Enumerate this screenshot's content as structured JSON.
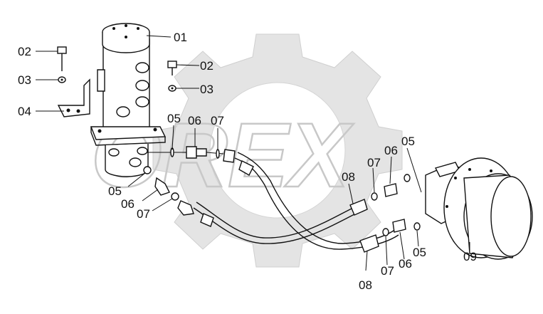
{
  "watermark_text": "OREX",
  "labels": {
    "p01": "01",
    "p02a": "02",
    "p02b": "02",
    "p03a": "03",
    "p03b": "03",
    "p04": "04",
    "p05a": "05",
    "p05b": "05",
    "p05c": "05",
    "p05d": "05",
    "p06a": "06",
    "p06b": "06",
    "p06c": "06",
    "p06d": "06",
    "p07a": "07",
    "p07b": "07",
    "p07c": "07",
    "p07d": "07",
    "p08a": "08",
    "p08b": "08",
    "p09": "09"
  }
}
